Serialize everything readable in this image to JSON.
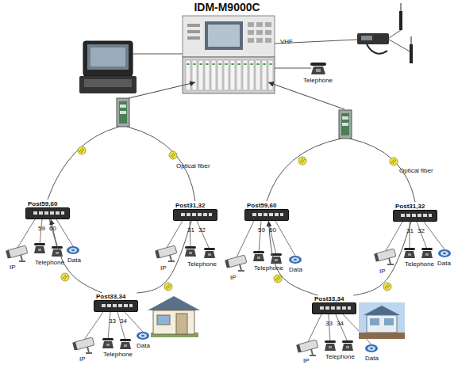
{
  "diagram": {
    "title": "IDM-M9000C",
    "nodes": [
      {
        "text": [
          "Post59,60"
        ]
      },
      {
        "text": [
          "Post31,32"
        ]
      },
      {
        "text": [
          "Post59,60"
        ]
      },
      {
        "text": [
          "Post31,32"
        ]
      },
      {
        "text": [
          "Post33,34"
        ]
      },
      {
        "text": [
          "Post33,34"
        ]
      }
    ],
    "edges": [
      {
        "from": 4,
        "to": 0,
        "arrow": "to"
      },
      {
        "from": 1,
        "to": 4,
        "arrow": "none"
      },
      {
        "from": 5,
        "to": 2,
        "arrow": "to"
      },
      {
        "from": 3,
        "to": 5,
        "arrow": "none"
      }
    ],
    "labels": [
      "VHF",
      "Telephone",
      "Optical fiber",
      "Optical fiber",
      "59",
      "60",
      "IP",
      "Telephone",
      "Data",
      "31",
      "32",
      "IP",
      "Telephone",
      "59",
      "60",
      "IP",
      "Telephone",
      "Data",
      "31",
      "32",
      "IP",
      "Telephone",
      "Data",
      "33",
      "34",
      "IP",
      "Telephone",
      "Data",
      "33",
      "34",
      "IP",
      "Telephone",
      "Data"
    ]
  }
}
